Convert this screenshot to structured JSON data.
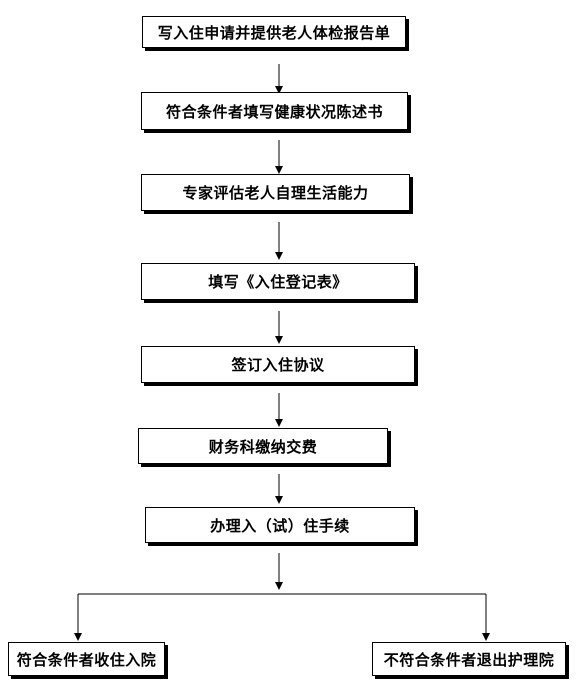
{
  "flow": {
    "steps": [
      "写入住申请并提供老人体检报告单",
      "符合条件者填写健康状况陈述书",
      "专家评估老人自理生活能力",
      "填写《入住登记表》",
      "签订入住协议",
      "财务科缴纳交费",
      "办理入（试）住手续"
    ],
    "outcomes": {
      "accept": "符合条件者收住入院",
      "reject": "不符合条件者退出护理院"
    }
  }
}
